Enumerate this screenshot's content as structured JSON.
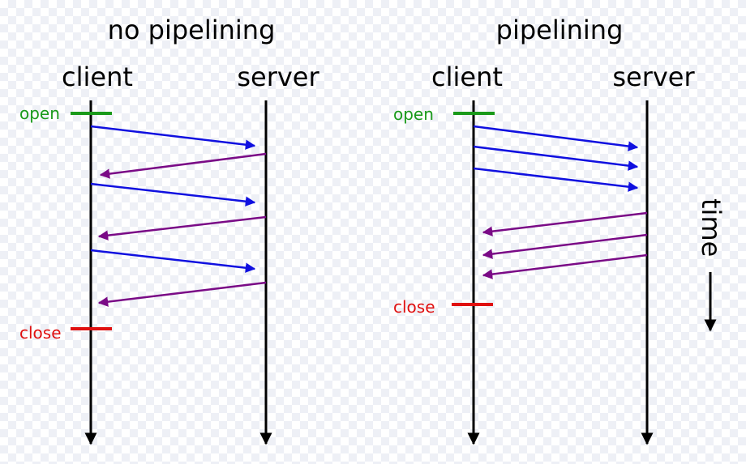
{
  "left_panel": {
    "title": "no pipelining",
    "client_label": "client",
    "server_label": "server",
    "open_label": "open",
    "close_label": "close"
  },
  "right_panel": {
    "title": "pipelining",
    "client_label": "client",
    "server_label": "server",
    "open_label": "open",
    "close_label": "close"
  },
  "time_label": "time",
  "colors": {
    "request": "#1010e0",
    "response": "#7a0a86",
    "open": "#1a9a1a",
    "close": "#e01010",
    "lifeline": "#000000"
  }
}
